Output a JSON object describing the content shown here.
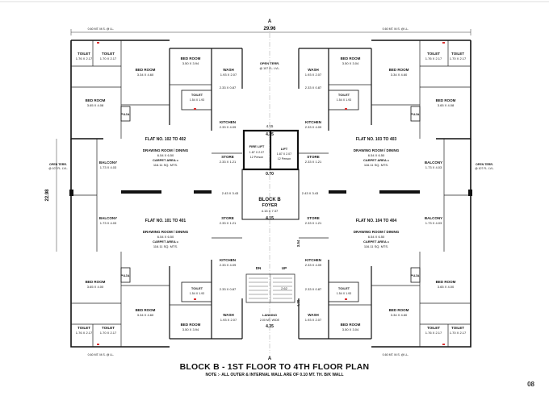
{
  "overall_dimension": "29.96",
  "section_marker": "A",
  "side_dimension": "22.98",
  "rooms": {
    "toilet": "TOILET",
    "toilet_size_a": "1.76 X 2.17",
    "toilet_size_b": "1.70 X 2.17",
    "bed_room": "BED ROOM",
    "bed_size_a": "3.34 X 4.60",
    "bed_size_b": "3.50 X 3.94",
    "bed_size_c": "3.50 X 3.04",
    "bed_size_d": "3.65 X 4.08",
    "bed_size_e": "3.65 X 4.00",
    "wash": "WASH",
    "wash_size": "1.93 X 2.07",
    "toilet_center_size": "1.54 X 1.93",
    "passage_size": "2.33 X 0.87",
    "kitchen": "KITCHEN",
    "kitchen_size": "2.33 X 4.09",
    "puja": "PUJA",
    "store": "STORE",
    "store_size": "2.33 X 1.21",
    "balcony": "BALCONY",
    "balcony_size": "1.73 X 4.03",
    "open_terr": "OPEN TERR.",
    "open_terr_level": "@ 107 FL. LVL.",
    "fire_lift": "FIRE LIFT",
    "lift": "LIFT",
    "lift_size": "1.87 X 2.07",
    "lift_capacity": "12 Person",
    "lobby_dim_a": "4.35",
    "lobby_dim_b": "4.15",
    "lobby_dim_c": "0.70",
    "lobby_dim_d": "4.15",
    "block": "BLOCK B",
    "foyer": "FOYER",
    "foyer_size": "4.15 X 7.37",
    "foyer_side": "2.43 X 3.43",
    "landing": "LANDING",
    "landing_size": "2.00 MT. WIDE",
    "dn": "DN",
    "up": "UP",
    "drawing": "DRAWING ROOM / DINING",
    "drawing_size": "6.54 X 6.50",
    "carpet": "CARPET AREA =",
    "carpet_value": "116.11 SQ. MTS.",
    "ms_level": "0.60 MT. M.S. @ LL.",
    "lower_dim": "4.35",
    "stair_dim": "2.62",
    "vertical_dim": "4.70",
    "vertical_dim2": "3.54"
  },
  "flats": {
    "top_left": "FLAT NO. 102 TO 402",
    "top_right": "FLAT NO. 103 TO 403",
    "bottom_left": "FLAT NO. 101 TO 401",
    "bottom_right": "FLAT NO. 104 TO 404"
  },
  "title": "BLOCK B - 1ST FLOOR TO  4TH FLOOR PLAN",
  "note": "NOTE :- ALL OUTER & INTERNAL WALL ARE OF 0.10 MT. TH. B/K WALL",
  "page_number": "08"
}
